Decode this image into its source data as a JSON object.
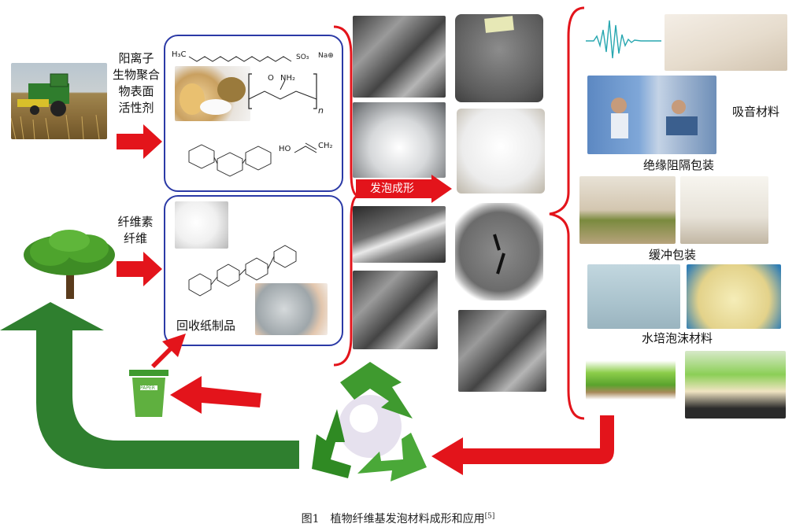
{
  "labels": {
    "cationic_surfactant": [
      "阳离子",
      "生物聚合",
      "物表面",
      "活性剂"
    ],
    "cellulose": [
      "纤维素",
      "纤维"
    ],
    "recycled_paper": "回收纸制品",
    "foaming": "发泡成形",
    "sound_absorbing": "吸音材料",
    "insulation_packaging": "绝缘阻隔包装",
    "cushion_packaging": "缓冲包装",
    "hydroponic_foam": "水培泡沫材料",
    "bin_text": "PAPER"
  },
  "chemistry": {
    "surfactant_formula": "H₃C",
    "sulfate_group": "SO₃",
    "sodium": "Na⊕",
    "amide": "NH₂",
    "carbonyl_o": "O",
    "repeat_n": "n",
    "vinyl_alcohol": "HO",
    "vinyl_ch2": "CH₂"
  },
  "caption": {
    "text": "图1　植物纤维基发泡材料成形和应用",
    "ref": "[5]"
  },
  "colors": {
    "red_arrow": "#e3141b",
    "blue_frame": "#2b3aa6",
    "green_arrow": "#2f7f2f",
    "recycle_green": "#3f9a2f"
  }
}
